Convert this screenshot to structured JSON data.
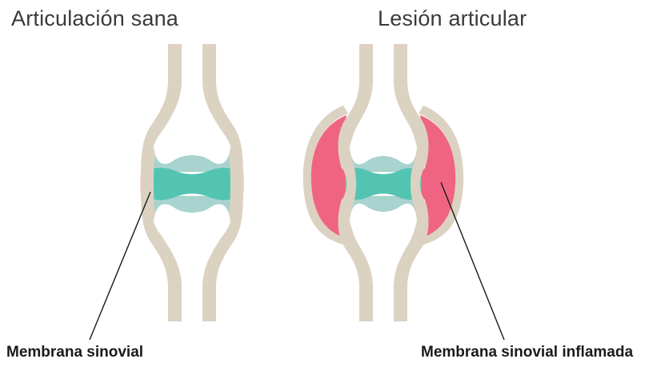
{
  "titles": {
    "healthy": "Articulación sana",
    "injured": "Lesión articular"
  },
  "labels": {
    "healthy_membrane": "Membrana sinovial",
    "inflamed_membrane": "Membrana sinovial inflamada"
  },
  "colors": {
    "bone": "#dcd2c2",
    "cartilage": "#a9d3ce",
    "synovial_fluid": "#54c4b2",
    "healthy_membrane": "#f5a0a6",
    "inflamed_membrane": "#ef6581",
    "background": "#ffffff"
  }
}
